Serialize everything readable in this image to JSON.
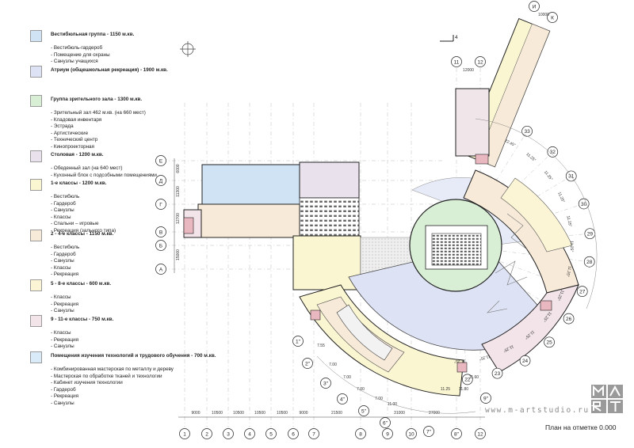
{
  "legend": [
    {
      "color": "#cfe3f5",
      "title": "Вестибюльная группа  - 1150 м.кв.",
      "items": [
        "- Вестибюль-гардероб",
        "- Помещение для охраны",
        "- Санузлы учащихся"
      ]
    },
    {
      "color": "#dde3f5",
      "title": "Атриум (общешкольная рекреация) - 1900 м.кв.",
      "items": []
    },
    {
      "color": "#d8efd6",
      "title": "Группа зрительного зала - 1300 м.кв.",
      "items": [
        "- Зрительный зал        462 м.кв. (на 660 мест)",
        "- Кладовая инвентаря",
        "- Эстрада",
        "- Артистические",
        "- Технический центр",
        "- Кинопроекторная"
      ]
    },
    {
      "color": "#e9e2ec",
      "title": "Столовая - 1200 м.кв.",
      "items": [
        "- Обеденный зал (на 640 мест)",
        "- Кухонный блок с подсобными помещениями"
      ]
    },
    {
      "color": "#fbf6d2",
      "title": "1-е классы - 1200 м.кв.",
      "items": [
        "- Вестибюль",
        "- Гардероб",
        "- Санузлы",
        "- Классы",
        "- Спальни – игровые",
        "- Рекреация (зального типа)"
      ]
    },
    {
      "color": "#f7ead8",
      "title": "2 - 4-е классы - 1150 м.кв.",
      "items": [
        "- Вестибюль",
        "- Гардероб",
        "- Санузлы",
        "- Классы",
        "- Рекреация"
      ]
    },
    {
      "color": "#fbf5d6",
      "title": "5 - 8-е классы - 600 м.кв.",
      "items": [
        "- Классы",
        "- Рекреация",
        "- Санузлы"
      ]
    },
    {
      "color": "#f3e4ea",
      "title": "9 - 11-е классы - 750 м.кв.",
      "items": [
        "- Классы",
        "- Рекреация",
        "- Санузлы"
      ]
    },
    {
      "color": "#d9eaf8",
      "title": "Помещения изучения технологий и трудового обучения   - 700 м.кв.",
      "items": [
        "- Комбинированная мастерская по металлу и дереву",
        "- Мастерская по обработке тканей и технологии",
        "- Кабинет изучения технологии",
        "- Гардероб",
        "- Рекреация",
        "- Санузлы"
      ]
    }
  ],
  "axes_bottom": [
    "1",
    "2",
    "3",
    "4",
    "5",
    "6",
    "7",
    "8",
    "9",
    "10",
    "8\"",
    "12"
  ],
  "dims_bottom": [
    "9000",
    "10500",
    "10500",
    "10500",
    "10500",
    "9000",
    "21500",
    "31000",
    "27000"
  ],
  "axes_left": [
    "Е",
    "Д",
    "Г",
    "В",
    "Б",
    "А"
  ],
  "dims_left": [
    "6000",
    "11300",
    "12700",
    "15000"
  ],
  "axes_top": [
    "И",
    "К",
    "11",
    "12"
  ],
  "dims_top": [
    "10000",
    "12000"
  ],
  "axes_radial": [
    "33",
    "32",
    "31",
    "30",
    "29",
    "28",
    "27",
    "26",
    "25",
    "24",
    "23",
    "22"
  ],
  "angle_labels": [
    "22.45°",
    "11.25°",
    "11.25°",
    "11.25°",
    "11.25°",
    "11.25°",
    "11.25°",
    "11.25°",
    "11.25°",
    "11.25°",
    "11.25°",
    "11.25°",
    "11.25°"
  ],
  "axes_inner": [
    "1\"",
    "2\"",
    "3\"",
    "4\"",
    "5\"",
    "6\"",
    "7\"",
    "9\""
  ],
  "inner_dims": [
    "7.55",
    "7.00",
    "7.00",
    "7.00",
    "7.00",
    "11.00",
    "11.25",
    "11.80",
    "11.60"
  ],
  "section_mark": "4",
  "watermark": "www.m-artstudio.ru",
  "plan_title": "План на отметке 0.000",
  "logo_letters": "M A R T"
}
